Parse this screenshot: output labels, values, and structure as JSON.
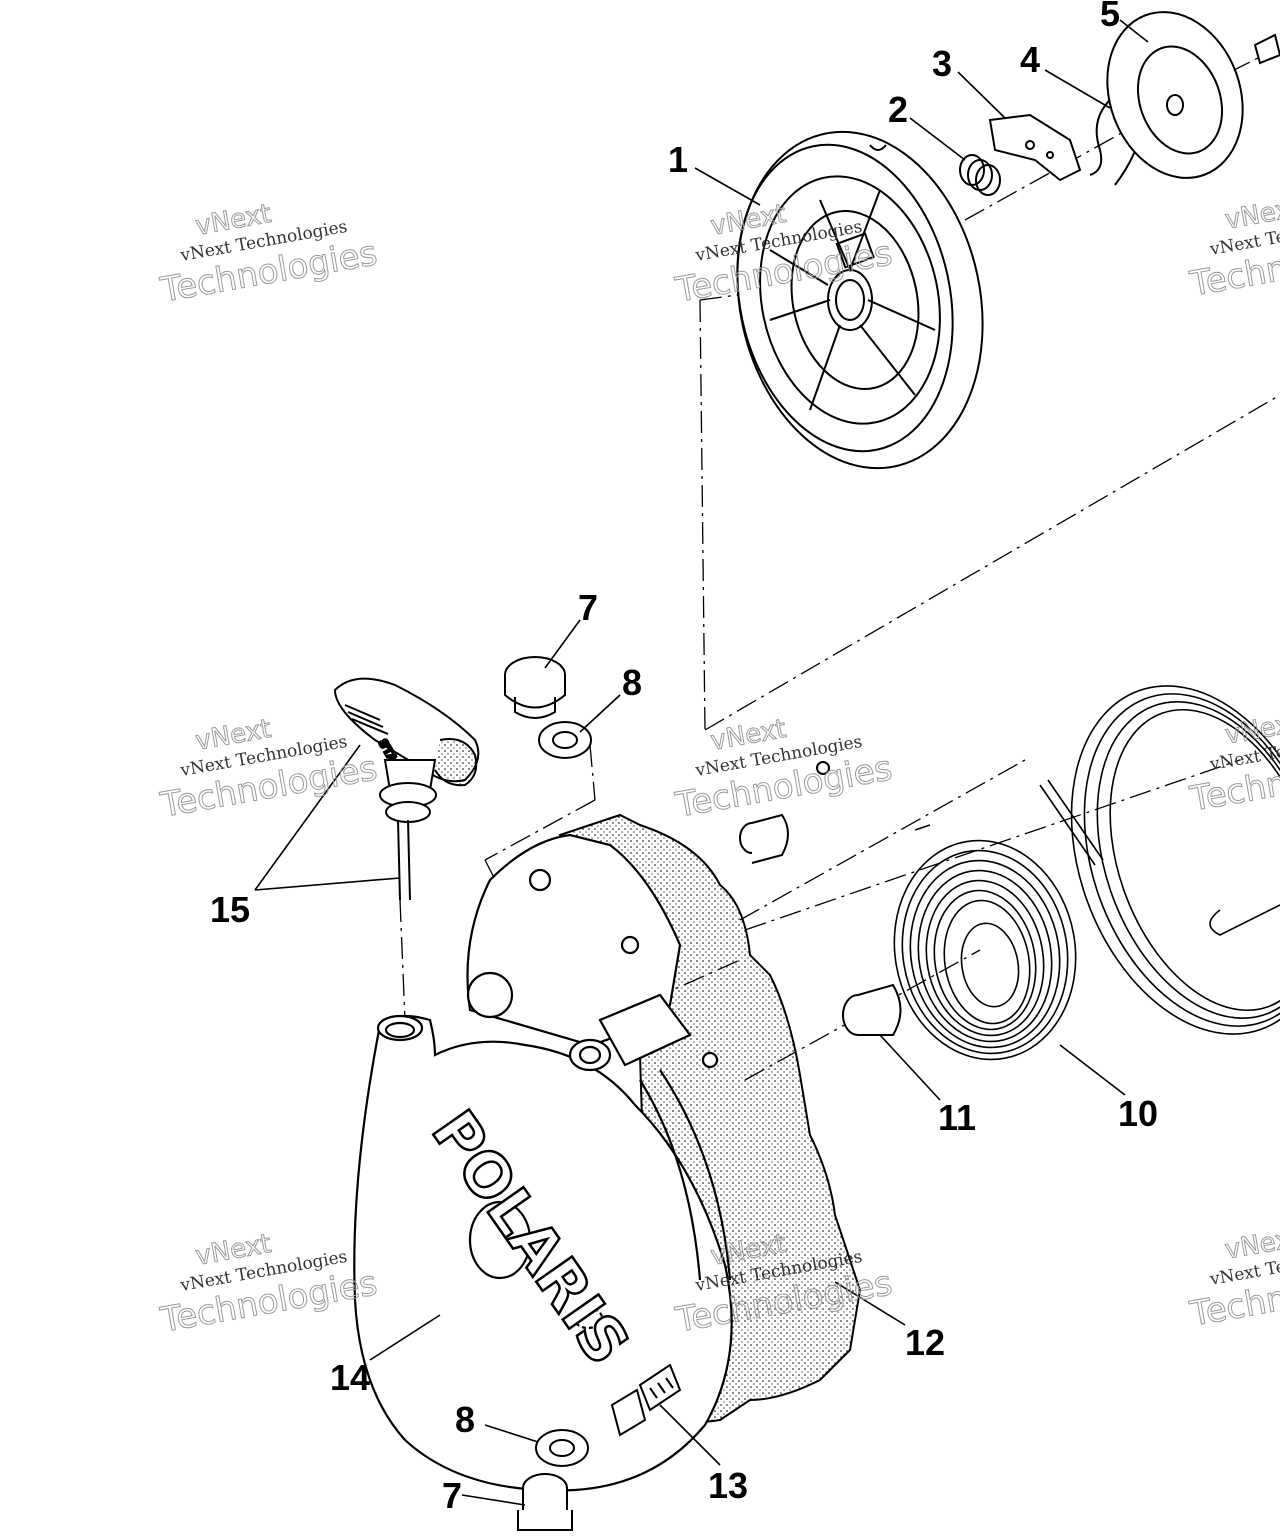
{
  "diagram": {
    "callouts": [
      {
        "id": "c1",
        "label": "1"
      },
      {
        "id": "c2",
        "label": "2"
      },
      {
        "id": "c3",
        "label": "3"
      },
      {
        "id": "c4",
        "label": "4"
      },
      {
        "id": "c5",
        "label": "5"
      },
      {
        "id": "c7a",
        "label": "7"
      },
      {
        "id": "c8a",
        "label": "8"
      },
      {
        "id": "c15",
        "label": "15"
      },
      {
        "id": "c11",
        "label": "11"
      },
      {
        "id": "c10",
        "label": "10"
      },
      {
        "id": "c12",
        "label": "12"
      },
      {
        "id": "c14",
        "label": "14"
      },
      {
        "id": "c8b",
        "label": "8"
      },
      {
        "id": "c13",
        "label": "13"
      },
      {
        "id": "c7b",
        "label": "7"
      }
    ],
    "logo_text": "POLARIS",
    "handle_text": "START"
  },
  "watermark": {
    "line1": "vNext",
    "line2": "vNext Technologies",
    "line3": "Technologies"
  },
  "colors": {
    "ink": "#000000",
    "paper": "#ffffff",
    "watermark": "#9a9a9a"
  }
}
